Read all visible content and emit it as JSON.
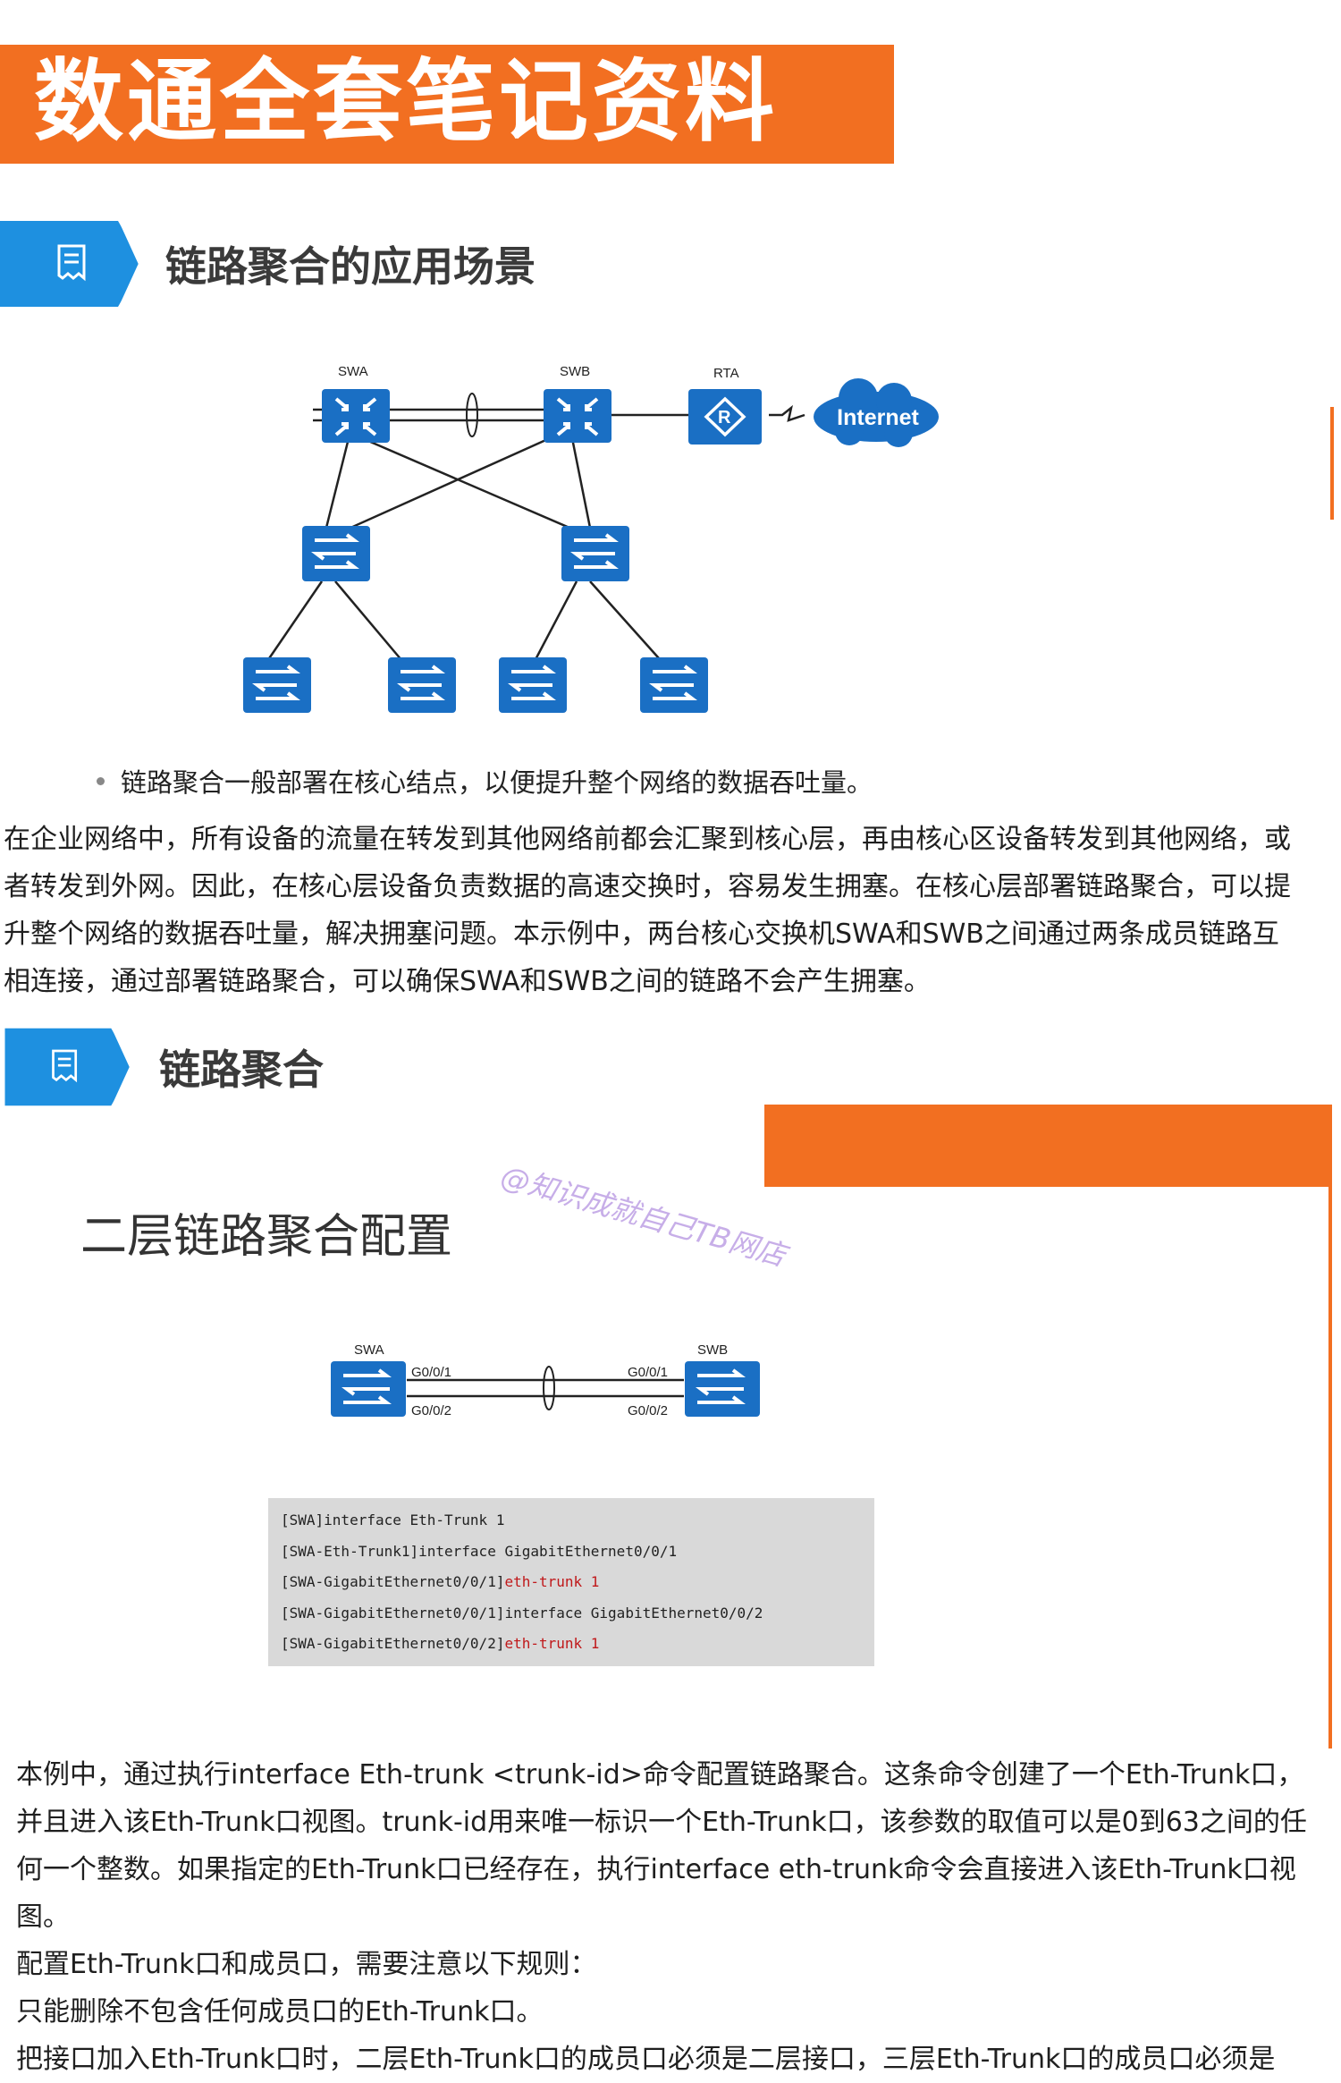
{
  "banner": {
    "title": "数通全套笔记资料"
  },
  "section1": {
    "title": "链路聚合的应用场景"
  },
  "diagram1": {
    "labels": {
      "swa": "SWA",
      "swb": "SWB",
      "rta": "RTA",
      "internet": "Internet"
    }
  },
  "bullet": "链路聚合一般部署在核心结点，以便提升整个网络的数据吞吐量。",
  "paragraph1": [
    "在企业网络中，所有设备的流量在转发到其他网络前都会汇聚到核心层，再由核心区设备转发到其他网络，或",
    "者转发到外网。因此，在核心层设备负责数据的高速交换时，容易发生拥塞。在核心层部署链路聚合，可以提",
    "升整个网络的数据吞吐量，解决拥塞问题。本示例中，两台核心交换机SWA和SWB之间通过两条成员链路互",
    "相连接，通过部署链路聚合，可以确保SWA和SWB之间的链路不会产生拥塞。"
  ],
  "section2": {
    "title": "链路聚合"
  },
  "watermark": "@知识成就自己TB网店",
  "subheading": "二层链路聚合配置",
  "diagram2": {
    "labels": {
      "swa": "SWA",
      "swb": "SWB",
      "swa_p1": "G0/0/1",
      "swa_p2": "G0/0/2",
      "swb_p1": "G0/0/1",
      "swb_p2": "G0/0/2"
    }
  },
  "code": [
    {
      "text": "[SWA]interface Eth-Trunk 1",
      "highlight": ""
    },
    {
      "text": "[SWA-Eth-Trunk1]interface GigabitEthernet0/0/1",
      "highlight": ""
    },
    {
      "text": "[SWA-GigabitEthernet0/0/1]",
      "highlight": "eth-trunk 1"
    },
    {
      "text": "[SWA-GigabitEthernet0/0/1]interface GigabitEthernet0/0/2",
      "highlight": ""
    },
    {
      "text": "[SWA-GigabitEthernet0/0/2]",
      "highlight": "eth-trunk 1"
    }
  ],
  "paragraph2": [
    "本例中，通过执行interface Eth-trunk <trunk-id>命令配置链路聚合。这条命令创建了一个Eth-Trunk口，",
    "并且进入该Eth-Trunk口视图。trunk-id用来唯一标识一个Eth-Trunk口，该参数的取值可以是0到63之间的任",
    "何一个整数。如果指定的Eth-Trunk口已经存在，执行interface eth-trunk命令会直接进入该Eth-Trunk口视",
    "图。",
    "配置Eth-Trunk口和成员口，需要注意以下规则：",
    "只能删除不包含任何成员口的Eth-Trunk口。",
    "把接口加入Eth-Trunk口时，二层Eth-Trunk口的成员口必须是二层接口，三层Eth-Trunk口的成员口必须是"
  ],
  "colors": {
    "accent": "#f26f21",
    "device_blue": "#1a6fc4",
    "tag_blue": "#1e90e0"
  }
}
